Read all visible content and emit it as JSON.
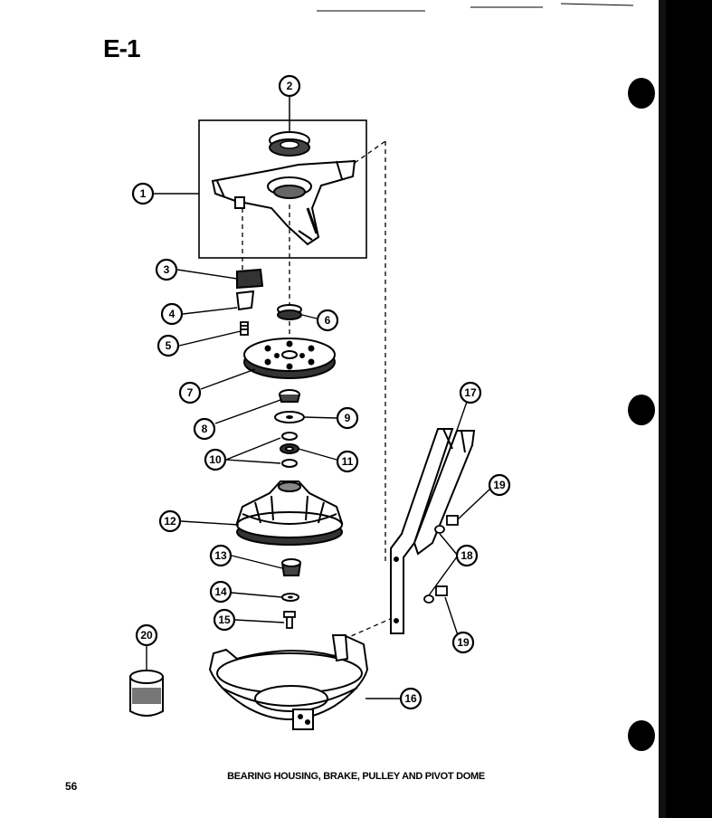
{
  "figure": {
    "page_label": "E-1",
    "caption": "BEARING HOUSING, BRAKE, PULLEY AND PIVOT DOME",
    "page_number": "56"
  },
  "callouts": [
    {
      "id": "c1",
      "text": "1"
    },
    {
      "id": "c2",
      "text": "2"
    },
    {
      "id": "c3",
      "text": "3"
    },
    {
      "id": "c4",
      "text": "4"
    },
    {
      "id": "c5",
      "text": "5"
    },
    {
      "id": "c6",
      "text": "6"
    },
    {
      "id": "c7",
      "text": "7"
    },
    {
      "id": "c8",
      "text": "8"
    },
    {
      "id": "c9",
      "text": "9"
    },
    {
      "id": "c10",
      "text": "10"
    },
    {
      "id": "c11",
      "text": "11"
    },
    {
      "id": "c12",
      "text": "12"
    },
    {
      "id": "c13",
      "text": "13"
    },
    {
      "id": "c14",
      "text": "14"
    },
    {
      "id": "c15",
      "text": "15"
    },
    {
      "id": "c16",
      "text": "16"
    },
    {
      "id": "c17",
      "text": "17"
    },
    {
      "id": "c18",
      "text": "18"
    },
    {
      "id": "c19a",
      "text": "19"
    },
    {
      "id": "c19b",
      "text": "19"
    },
    {
      "id": "c20",
      "text": "20"
    }
  ],
  "colors": {
    "ink": "#000000",
    "paper": "#ffffff",
    "shade": "#555555"
  }
}
